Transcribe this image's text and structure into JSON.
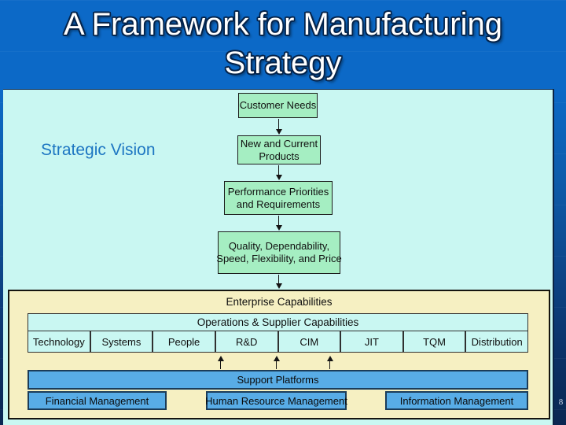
{
  "title": {
    "lines": [
      "A Framework for Manufacturing",
      "Strategy"
    ]
  },
  "page_number": "8",
  "vision": {
    "label": "Strategic Vision"
  },
  "flow": {
    "boxes": [
      {
        "id": "customer-needs",
        "lines": [
          "Customer Needs"
        ]
      },
      {
        "id": "new-and-current-products",
        "lines": [
          "New and Current",
          "Products"
        ]
      },
      {
        "id": "performance-priorities-and-requirements",
        "lines": [
          "Performance Priorities",
          "and Requirements"
        ]
      },
      {
        "id": "quality-dependability-speed-flexibility-price",
        "lines": [
          "Quality, Dependability,",
          "Speed, Flexibility, and Price"
        ]
      }
    ]
  },
  "enterprise": {
    "title": "Enterprise Capabilities",
    "operations_bar": "Operations & Supplier Capabilities",
    "capabilities": [
      "Technology",
      "Systems",
      "People",
      "R&D",
      "CIM",
      "JIT",
      "TQM",
      "Distribution"
    ],
    "support_bar": "Support Platforms",
    "platforms": [
      "Financial Management",
      "Human Resource Management",
      "Information Management"
    ]
  },
  "colors": {
    "header_blue": "#0c69c7",
    "background_dark": "#0a2752",
    "panel_cyan": "#c9f7f2",
    "flow_box_green": "#a5eec2",
    "enterprise_yellow": "#f6f0c2",
    "bar_blue": "#58ace6",
    "vision_text_blue": "#1d76c2",
    "title_text": "#ffffff"
  }
}
